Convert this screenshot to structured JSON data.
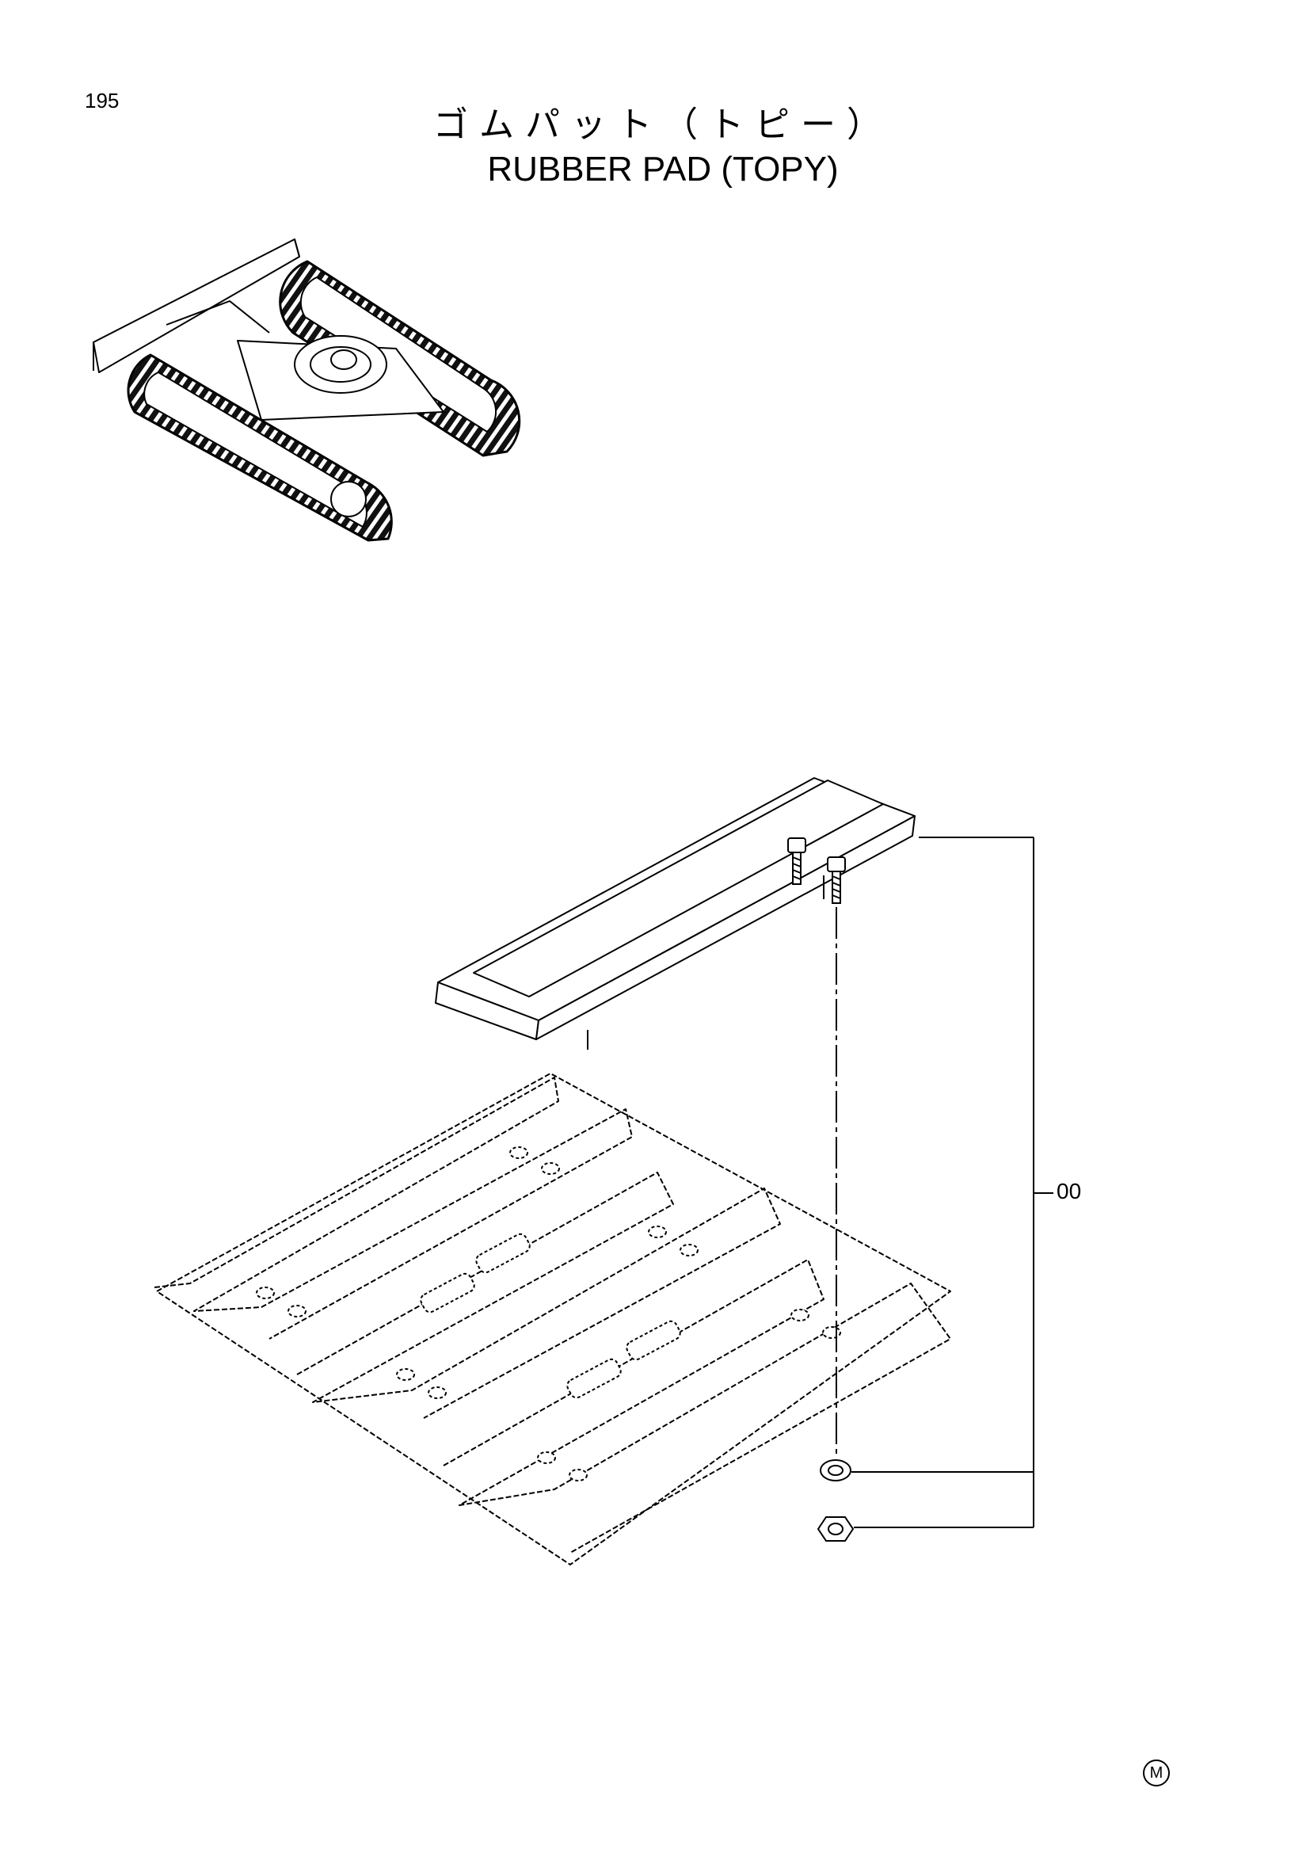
{
  "page": {
    "number": "195"
  },
  "title": {
    "japanese": "ゴムパット（トピー）",
    "english": "RUBBER PAD (TOPY)"
  },
  "callout": {
    "label": "00"
  },
  "footer": {
    "mark": "M"
  }
}
